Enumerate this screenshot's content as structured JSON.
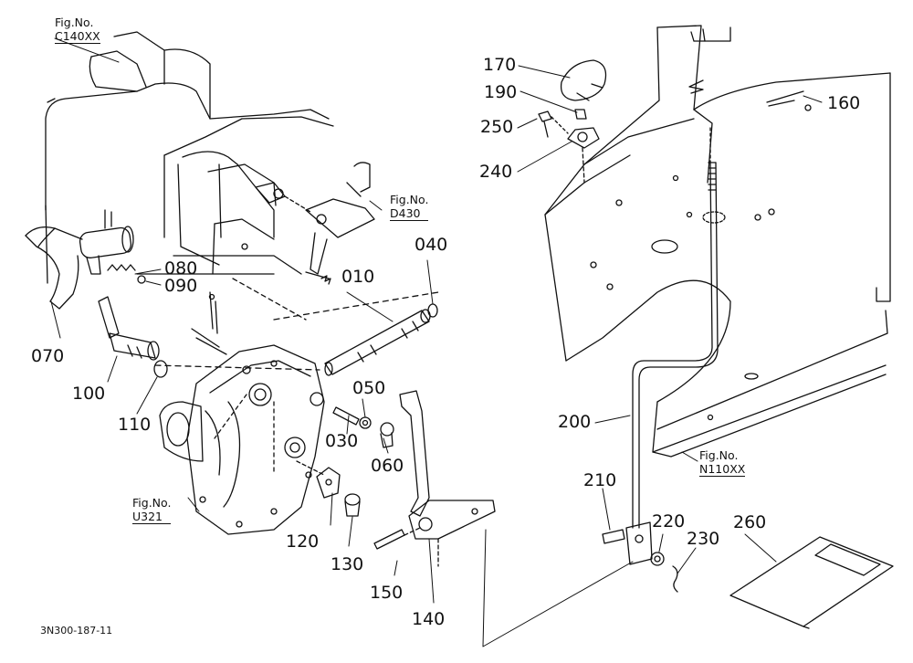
{
  "figure_refs": {
    "c140xx": {
      "label": "Fig.No.",
      "ref": "C140XX"
    },
    "d430": {
      "label": "Fig.No.",
      "ref": "D430"
    },
    "n110xx": {
      "label": "Fig.No.",
      "ref": "N110XX"
    },
    "u321": {
      "label": "Fig.No.",
      "ref": "U321"
    }
  },
  "callouts": {
    "p010": "010",
    "p030": "030",
    "p040": "040",
    "p050": "050",
    "p060": "060",
    "p070": "070",
    "p080": "080",
    "p090": "090",
    "p100": "100",
    "p110": "110",
    "p120": "120",
    "p130": "130",
    "p140": "140",
    "p150": "150",
    "p160": "160",
    "p170": "170",
    "p190": "190",
    "p200": "200",
    "p210": "210",
    "p220": "220",
    "p230": "230",
    "p240": "240",
    "p250": "250",
    "p260": "260"
  },
  "document_code": "3N300-187-11",
  "colors": {
    "ink": "#111111",
    "paper": "#ffffff"
  }
}
